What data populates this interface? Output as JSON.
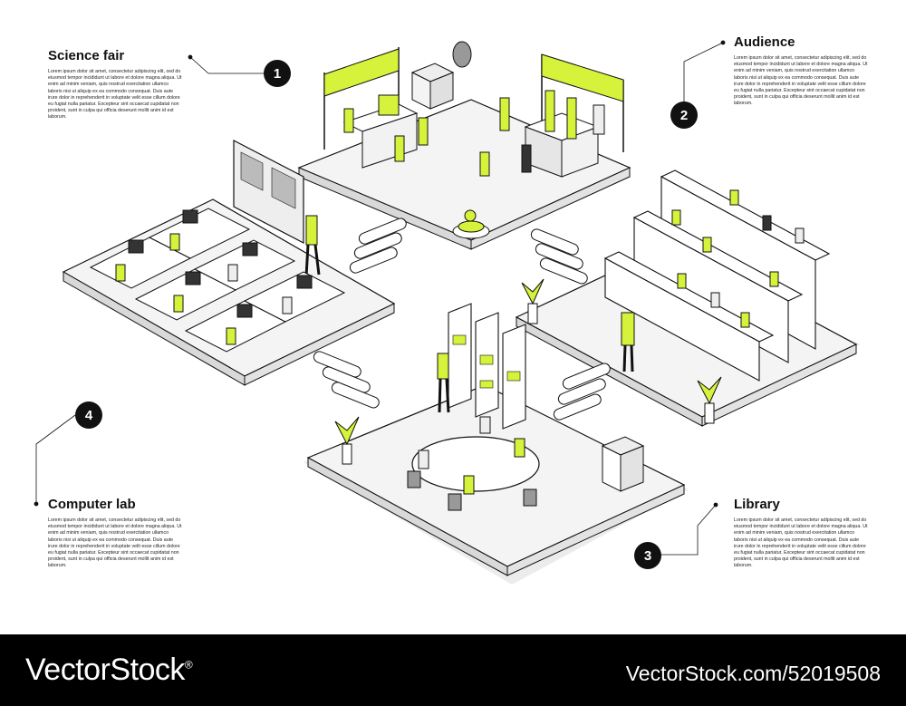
{
  "sections": [
    {
      "number": "1",
      "title": "Science fair",
      "body": "Lorem ipsum dolor sit amet, consectetur adipiscing elit, sed do eiusmod tempor incididunt ut labore et dolore magna aliqua. Ut enim ad minim veniam, quis nostrud exercitation ullamco laboris nisi ut aliquip ex ea commodo consequat. Duis aute irure dolor in reprehenderit in voluptate velit esse cillum dolore eu fugiat nulla pariatur. Excepteur sint occaecat cupidatat non proident, sunt in culpa qui officia deserunt mollit anim id est laborum."
    },
    {
      "number": "2",
      "title": "Audience",
      "body": "Lorem ipsum dolor sit amet, consectetur adipiscing elit, sed do eiusmod tempor incididunt ut labore et dolore magna aliqua. Ut enim ad minim veniam, quis nostrud exercitation ullamco laboris nisi ut aliquip ex ea commodo consequat. Duis aute irure dolor in reprehenderit in voluptate velit esse cillum dolore eu fugiat nulla pariatur. Excepteur sint occaecat cupidatat non proident, sunt in culpa qui officia deserunt mollit anim id est laborum."
    },
    {
      "number": "3",
      "title": "Library",
      "body": "Lorem ipsum dolor sit amet, consectetur adipiscing elit, sed do eiusmod tempor incididunt ut labore et dolore magna aliqua. Ut enim ad minim veniam, quis nostrud exercitation ullamco laboris nisi ut aliquip ex ea commodo consequat. Duis aute irure dolor in reprehenderit in voluptate velit esse cillum dolore eu fugiat nulla pariatur. Excepteur sint occaecat cupidatat non proident, sunt in culpa qui officia deserunt mollit anim id est laborum."
    },
    {
      "number": "4",
      "title": "Computer lab",
      "body": "Lorem ipsum dolor sit amet, consectetur adipiscing elit, sed do eiusmod tempor incididunt ut labore et dolore magna aliqua. Ut enim ad minim veniam, quis nostrud exercitation ullamco laboris nisi ut aliquip ex ea commodo consequat. Duis aute irure dolor in reprehenderit in voluptate velit esse cillum dolore eu fugiat nulla pariatur. Excepteur sint occaecat cupidatat non proident, sunt in culpa qui officia deserunt mollit anim id est laborum."
    }
  ],
  "colors": {
    "accent": "#d7f23a",
    "ink": "#111111",
    "floor": "#f2f2f2",
    "floor_side": "#d9d9d9",
    "shadow": "#e8e8e8"
  },
  "footer": {
    "brand": "VectorStock",
    "brand_mark": "®",
    "url": "VectorStock.com/52019508"
  }
}
